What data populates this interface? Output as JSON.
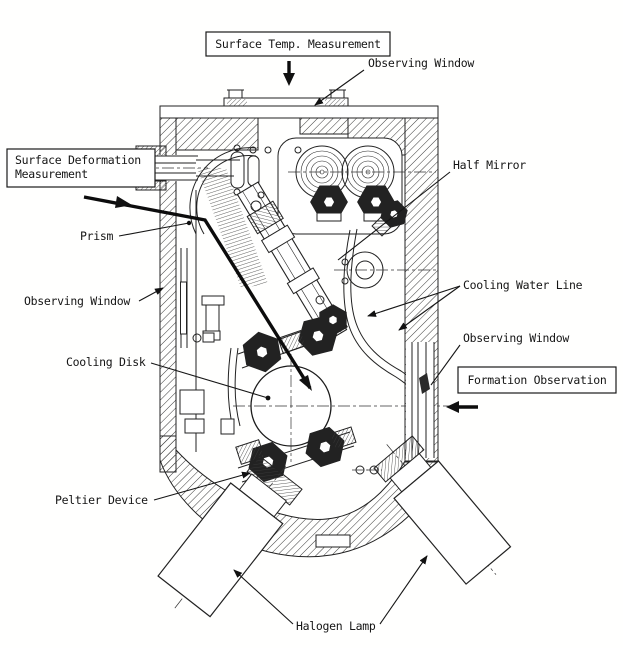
{
  "diagram": {
    "kind": "engineering cross-section drawing",
    "colors": {
      "ink": "#1f1f1f",
      "paper": "#ffffff"
    }
  },
  "callouts": {
    "surface_temp_measurement": "Surface Temp. Measurement",
    "observing_window_top": "Observing Window",
    "half_mirror": "Half Mirror",
    "surface_deformation_line1": "Surface Deformation",
    "surface_deformation_line2": "Measurement",
    "prism": "Prism",
    "observing_window_left": "Observing Window",
    "cooling_water_line": "Cooling Water Line",
    "cooling_disk": "Cooling Disk",
    "observing_window_right": "Observing Window",
    "formation_observation": "Formation Observation",
    "peltier_device": "Peltier Device",
    "halogen_lamp": "Halogen Lamp"
  }
}
